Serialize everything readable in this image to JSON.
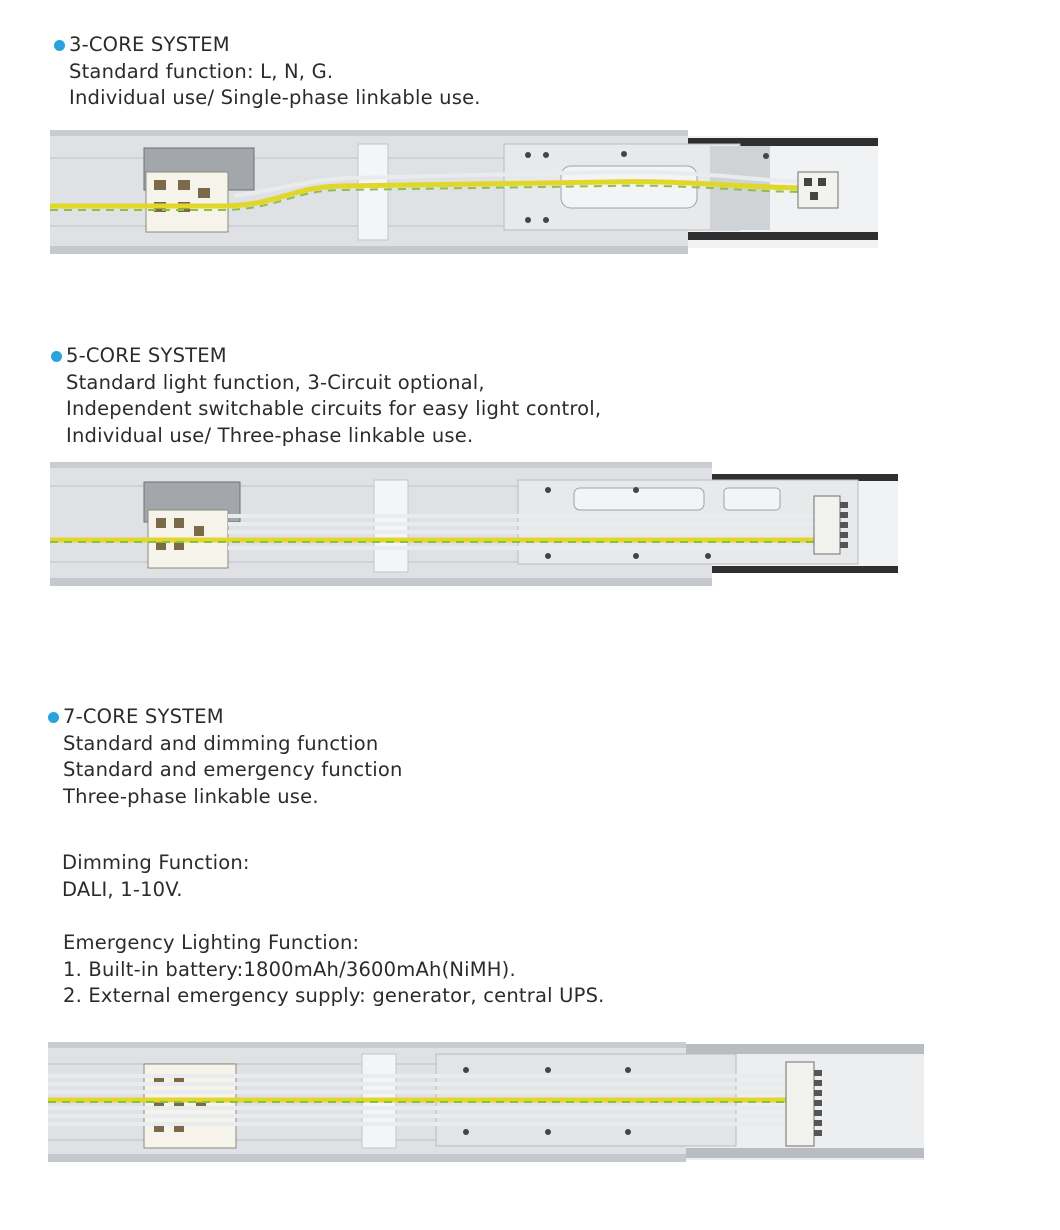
{
  "sections": [
    {
      "title": "3-CORE SYSTEM",
      "lines": [
        "Standard function: L, N, G.",
        "Individual use/ Single-phase linkable use."
      ],
      "photo": {
        "label": "3-core track rail connector photo",
        "wires": [
          "green-yellow",
          "white-grey"
        ],
        "connector_pins": 3
      }
    },
    {
      "title": "5-CORE SYSTEM",
      "lines": [
        "Standard light function, 3-Circuit optional,",
        "Independent switchable circuits for easy light control,",
        "Individual use/ Three-phase linkable use."
      ],
      "photo": {
        "label": "5-core track rail connector photo",
        "wires": [
          "white-grey",
          "white-grey",
          "white-grey",
          "green-yellow",
          "white-grey"
        ],
        "connector_pins": 5
      }
    },
    {
      "title": "7-CORE SYSTEM",
      "lines": [
        "Standard and dimming function",
        "Standard and emergency function",
        "Three-phase linkable use."
      ],
      "photo": {
        "label": "7-core track rail connector photo",
        "wires": [
          "white-grey",
          "white-grey",
          "white-grey",
          "green-yellow",
          "white-grey",
          "white-grey",
          "white-grey"
        ],
        "connector_pins": 7
      }
    }
  ],
  "dimming": {
    "title": "Dimming Function:",
    "lines": [
      "DALI, 1-10V."
    ]
  },
  "emergency": {
    "title": "Emergency Lighting Function:",
    "lines": [
      "1. Built-in battery:1800mAh/3600mAh(NiMH).",
      "2. External emergency supply: generator, central UPS."
    ]
  },
  "colors": {
    "bullet": "#2aa3dd",
    "text": "#2b2b2b",
    "rail": "#dfe1e4",
    "wire_yellow": "#e1d62a",
    "wire_green": "#8bbf4a",
    "wire_white": "#e9ecef"
  }
}
